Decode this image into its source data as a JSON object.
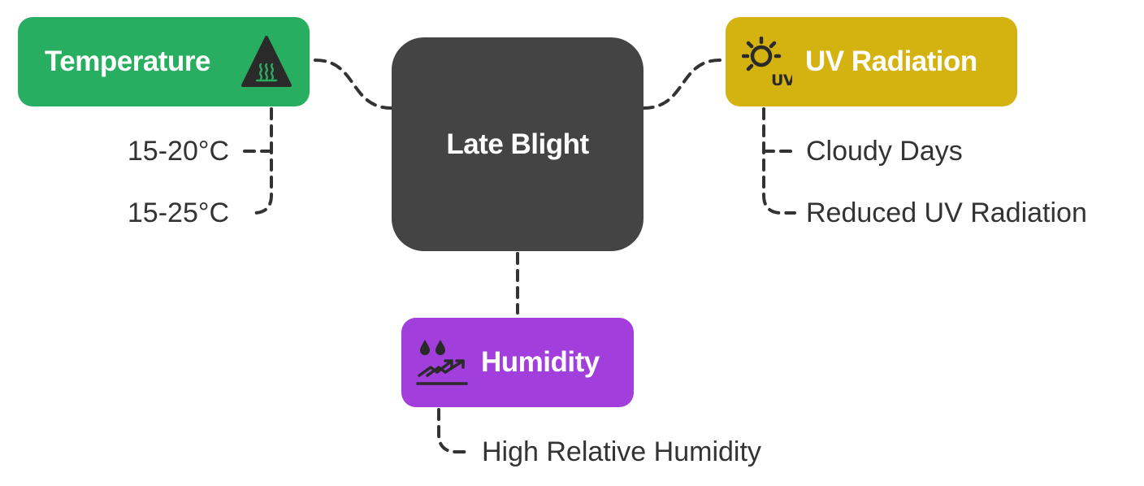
{
  "diagram": {
    "center": {
      "label": "Late Blight"
    },
    "temperature": {
      "label": "Temperature",
      "icon": "heat-warning-icon",
      "color": "#27ae60",
      "items": [
        "15-20°C",
        "15-25°C"
      ]
    },
    "uv": {
      "label": "UV Radiation",
      "icon": "uv-sun-icon",
      "color": "#d4b20f",
      "items": [
        "Cloudy Days",
        "Reduced UV Radiation"
      ]
    },
    "humidity": {
      "label": "Humidity",
      "icon": "humidity-rise-icon",
      "color": "#a23fdc",
      "items": [
        "High Relative Humidity"
      ]
    },
    "center_color": "#444444",
    "connector_color": "#333333"
  }
}
